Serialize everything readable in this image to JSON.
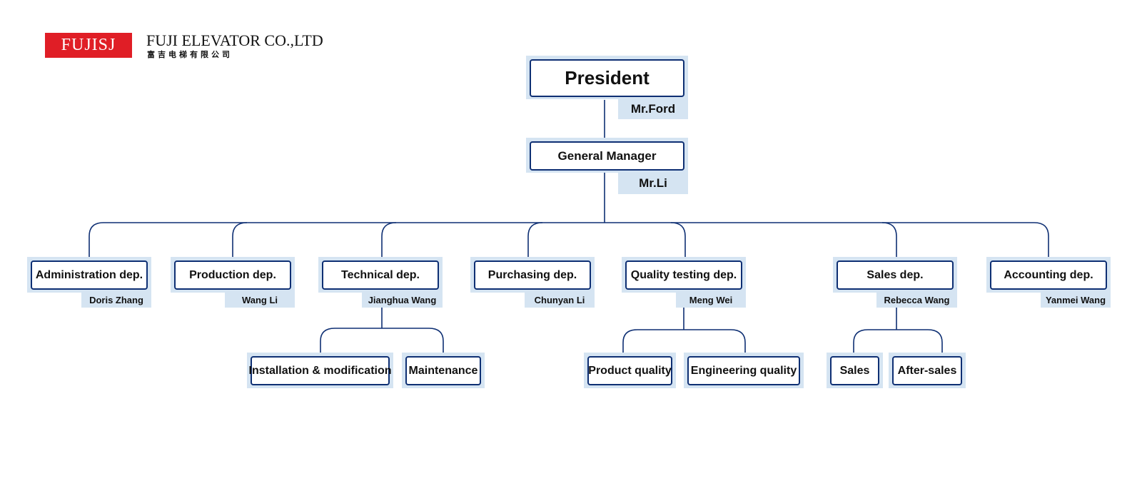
{
  "header": {
    "logo_text": "FUJISJ",
    "company_name": "FUJI ELEVATOR CO.,LTD",
    "company_name_cn": "富吉电梯有限公司",
    "brand_color": "#e01e26"
  },
  "colors": {
    "line": "#0e2f73",
    "shade": "#d5e4f2"
  },
  "chart": {
    "president": {
      "title": "President",
      "person": "Mr.Ford"
    },
    "general_manager": {
      "title": "General Manager",
      "person": "Mr.Li"
    },
    "departments": [
      {
        "title": "Administration dep.",
        "person": "Doris Zhang"
      },
      {
        "title": "Production dep.",
        "person": "Wang Li"
      },
      {
        "title": "Technical dep.",
        "person": "Jianghua Wang"
      },
      {
        "title": "Purchasing dep.",
        "person": "Chunyan Li"
      },
      {
        "title": "Quality testing dep.",
        "person": "Meng Wei"
      },
      {
        "title": "Sales dep.",
        "person": "Rebecca Wang"
      },
      {
        "title": "Accounting dep.",
        "person": "Yanmei Wang"
      }
    ],
    "sub_units": {
      "technical": [
        "Installation & modification",
        "Maintenance"
      ],
      "quality": [
        "Product quality",
        "Engineering quality"
      ],
      "sales": [
        "Sales",
        "After-sales"
      ]
    }
  }
}
